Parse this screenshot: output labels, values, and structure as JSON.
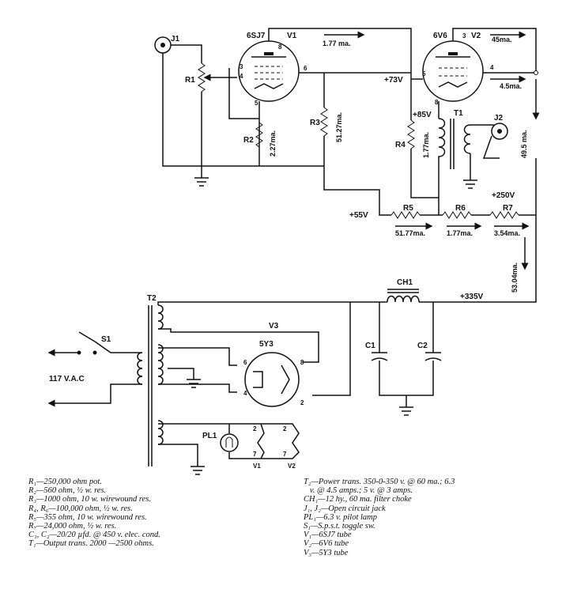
{
  "labels": {
    "j1": "J1",
    "j2": "J2",
    "v1_tube": "6SJ7",
    "v1": "V1",
    "v2_tube": "6V6",
    "v2": "V2",
    "v3_tube": "5Y3",
    "v3": "V3",
    "r1": "R1",
    "r2": "R2",
    "r3": "R3",
    "r4": "R4",
    "r5": "R5",
    "r6": "R6",
    "r7": "R7",
    "t1": "T1",
    "t2": "T2",
    "s1": "S1",
    "ch1": "CH1",
    "c1": "C1",
    "c2": "C2",
    "pl1": "PL1",
    "mains": "117 V.A.C",
    "v_73": "+73V",
    "v_85": "+85V",
    "v_250": "+250V",
    "v_55": "+55V",
    "v_335": "+335V",
    "i_177_top": "1.77 ma.",
    "i_45": "45ma.",
    "i_45b": "4.5ma.",
    "i_227": "2.27ma.",
    "i_5127": "51.27ma.",
    "i_177_r4": "1.77ma.",
    "i_495": "49.5 ma.",
    "i_5177": "51.77ma.",
    "i_177_r6": "1.77ma.",
    "i_354": "3.54ma.",
    "i_5304": "53.04ma."
  },
  "pins": {
    "v1_p3": "3",
    "v1_p4": "4",
    "v1_p5": "5",
    "v1_p6": "6",
    "v1_p8": "8",
    "v2_p3": "3",
    "v2_p4": "4",
    "v2_p5": "5",
    "v2_p8": "8",
    "v3_p6": "6",
    "v3_p4": "4",
    "v3_p8": "8",
    "v3_p2": "2",
    "pl_v1_2": "2",
    "pl_v1_7": "7",
    "pl_v2_2": "2",
    "pl_v2_7": "7",
    "pl_v1": "V1",
    "pl_v2": "V2"
  },
  "parts_list_left": [
    "R₁—250,000 ohm pot.",
    "R₂—560 ohm, ½ w. res.",
    "R₃—1000 ohm, 10 w. wirewound res.",
    "R₄, R₆—100,000 ohm, ½ w. res.",
    "R₅—355 ohm, 10 w. wirewound res.",
    "R₇—24,000 ohm, ½ w. res.",
    "C₁, C₂—20/20 µfd. @ 450 v. elec. cond.",
    "T₁—Output trans.   2000 —2500 ohms."
  ],
  "parts_list_right": [
    "T₂—Power trans. 350-0-350 v. @ 60 ma.; 6.3",
    "   v. @ 4.5 amps.; 5 v. @ 3 amps.",
    "CH₁—12 hy., 60 ma. filter choke",
    "J₁, J₂—Open circuit jack",
    "PL₁—6.3 v. pilot lamp",
    "S₁—S.p.s.t. toggle sw.",
    "V₁—6SJ7 tube",
    "V₂—6V6 tube",
    "V₃—5Y3 tube"
  ]
}
